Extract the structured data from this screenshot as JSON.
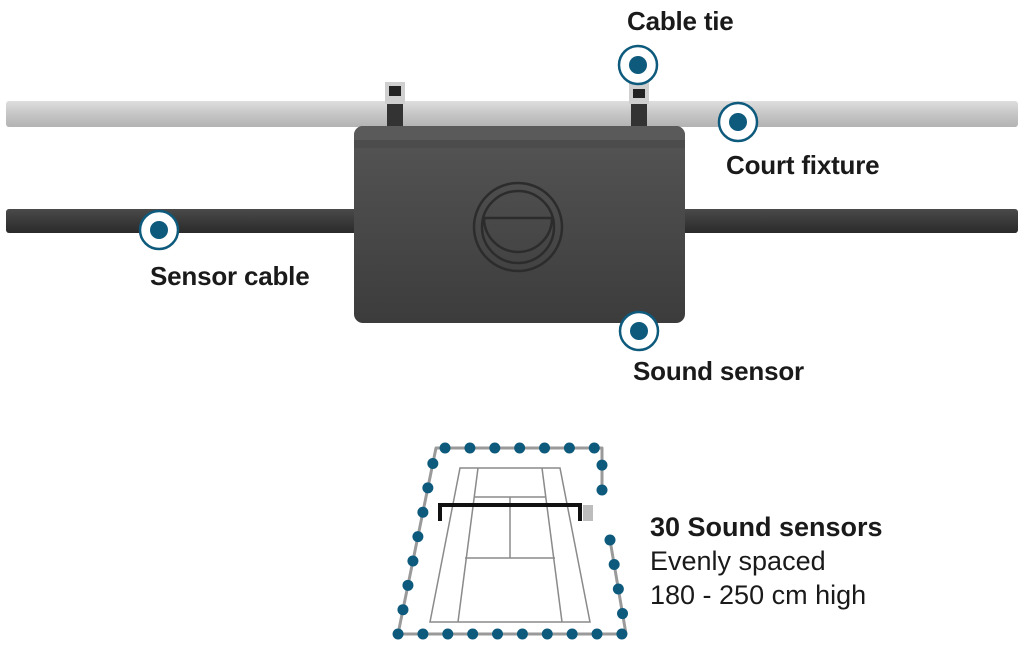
{
  "labels": {
    "cable_tie": "Cable tie",
    "court_fixture": "Court fixture",
    "sensor_cable": "Sensor cable",
    "sound_sensor": "Sound sensor"
  },
  "note": {
    "heading": "30 Sound sensors",
    "line1": "Evenly spaced",
    "line2": "180 - 250 cm high"
  },
  "sensor_count": 30,
  "colors": {
    "marker": "#0d5a7d",
    "fixture_bar": "#c9c9c9",
    "cable": "#3a3a3a",
    "box": "#444444",
    "court_lines": "#8a8a8a"
  },
  "icons": {
    "callout_marker": "ring-dot-icon",
    "sensor_dot": "dot-icon"
  }
}
